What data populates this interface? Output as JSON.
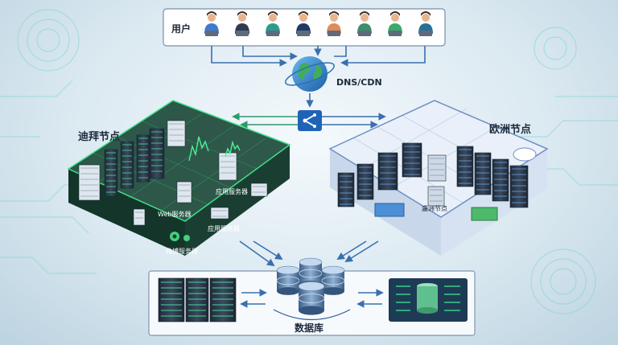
{
  "users": {
    "label": "用户",
    "people": [
      {
        "color": "#3d7bd1"
      },
      {
        "color": "#2f3b52"
      },
      {
        "color": "#2a9d8f"
      },
      {
        "color": "#203a66"
      },
      {
        "color": "#e08b5c"
      },
      {
        "color": "#3b8f6b"
      },
      {
        "color": "#3aaa6b"
      },
      {
        "color": "#2a6f9a"
      }
    ]
  },
  "dns": {
    "label": "DNS/CDN"
  },
  "dubai": {
    "title": "迪拜节点",
    "labels": {
      "app_top": "应用服务器",
      "web": "Web服务器",
      "app_bottom": "应用服务器",
      "micro": "微博服务器"
    },
    "color": "#2e7d56"
  },
  "europe": {
    "title": "欧洲节点",
    "label": "盧洲节点",
    "color": "#6d8fc4"
  },
  "database": {
    "label": "数据库"
  },
  "colors": {
    "accent": "#2a8fd1",
    "green": "#27c06a",
    "flow": "#3a6fb0"
  }
}
